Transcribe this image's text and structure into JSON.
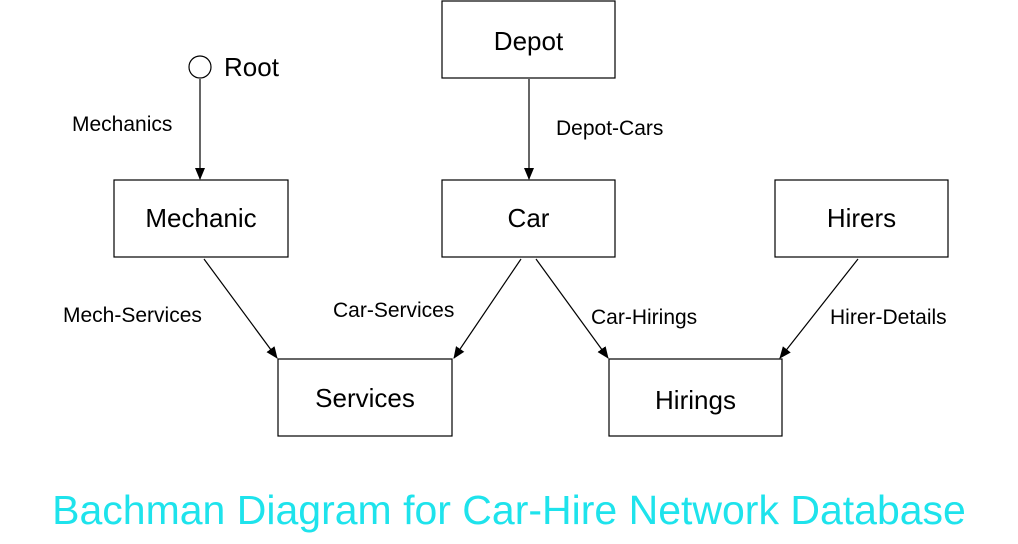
{
  "title": "Bachman Diagram for Car-Hire Network Database",
  "colors": {
    "title": "#1ee3ec",
    "stroke": "#000000",
    "background": "#ffffff"
  },
  "root": {
    "label": "Root"
  },
  "records": {
    "depot": "Depot",
    "mechanic": "Mechanic",
    "car": "Car",
    "hirers": "Hirers",
    "services": "Services",
    "hirings": "Hirings"
  },
  "links": {
    "mechanics": "Mechanics",
    "depot_cars": "Depot-Cars",
    "mech_services": "Mech-Services",
    "car_services": "Car-Services",
    "car_hirings": "Car-Hirings",
    "hirer_details": "Hirer-Details"
  }
}
